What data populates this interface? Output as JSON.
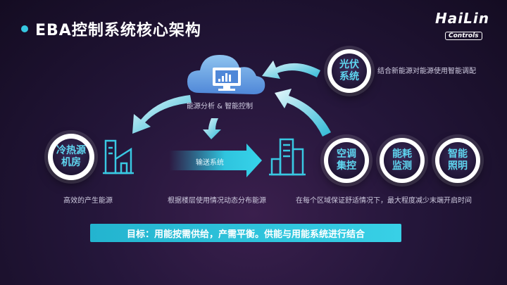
{
  "title": "EBA控制系统核心架构",
  "logo": {
    "main": "HaiLin",
    "sub": "Controls"
  },
  "center": {
    "label": "能源分析 & 智能控制",
    "icon": "cloud-monitor-icon"
  },
  "solar": {
    "label": "光伏\n系统",
    "desc": "结合新能源对能源使用智能调配"
  },
  "source": {
    "label": "冷热源\n机房",
    "desc": "高效的产生能源",
    "icon": "factory-icon"
  },
  "transport": {
    "label": "输送系统",
    "desc": "根据楼层使用情况动态分布能源",
    "icon": "buildings-icon"
  },
  "terminals": [
    {
      "label": "空调\n集控"
    },
    {
      "label": "能耗\n监测"
    },
    {
      "label": "智能\n照明"
    }
  ],
  "terminals_desc": "在每个区域保证舒适情况下，最大程度减少末端开启时间",
  "goal": "目标：用能按需供给，产需平衡。供能与用能系统进行结合",
  "colors": {
    "accent": "#36c6e0",
    "background": "#24163a"
  }
}
